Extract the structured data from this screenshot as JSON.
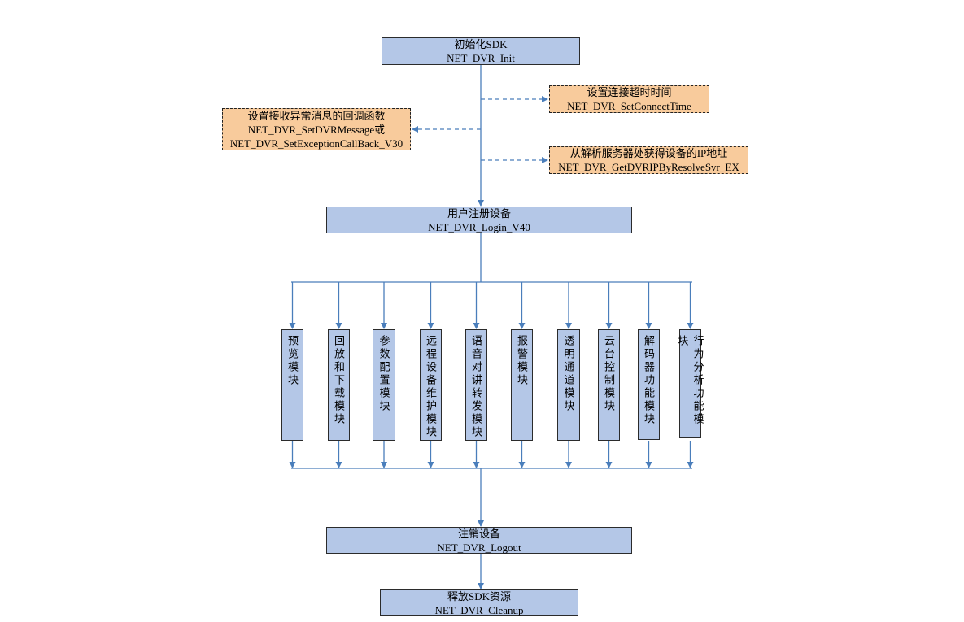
{
  "init": {
    "title": "初始化SDK",
    "func": "NET_DVR_Init"
  },
  "options": {
    "connect_time": {
      "title": "设置连接超时时间",
      "func": "NET_DVR_SetConnectTime"
    },
    "exception": {
      "title": "设置接收异常消息的回调函数",
      "func": "NET_DVR_SetDVRMessage或",
      "func2": "NET_DVR_SetExceptionCallBack_V30"
    },
    "resolve": {
      "title": "从解析服务器处获得设备的IP地址",
      "func": "NET_DVR_GetDVRIPByResolveSvr_EX"
    }
  },
  "login": {
    "title": "用户注册设备",
    "func": "NET_DVR_Login_V40"
  },
  "modules": [
    "预览模块",
    "回放和下载模块",
    "参数配置模块",
    "远程设备维护模块",
    "语音对讲转发模块",
    "报警模块",
    "透明通道模块",
    "云台控制模块",
    "解码器功能模块",
    "行为分析功能模块"
  ],
  "logout": {
    "title": "注销设备",
    "func": "NET_DVR_Logout"
  },
  "cleanup": {
    "title": "释放SDK资源",
    "func": "NET_DVR_Cleanup"
  },
  "colors": {
    "main_fill": "#b4c7e7",
    "optional_fill": "#f8cb9c",
    "connector": "#4a7ebb"
  }
}
